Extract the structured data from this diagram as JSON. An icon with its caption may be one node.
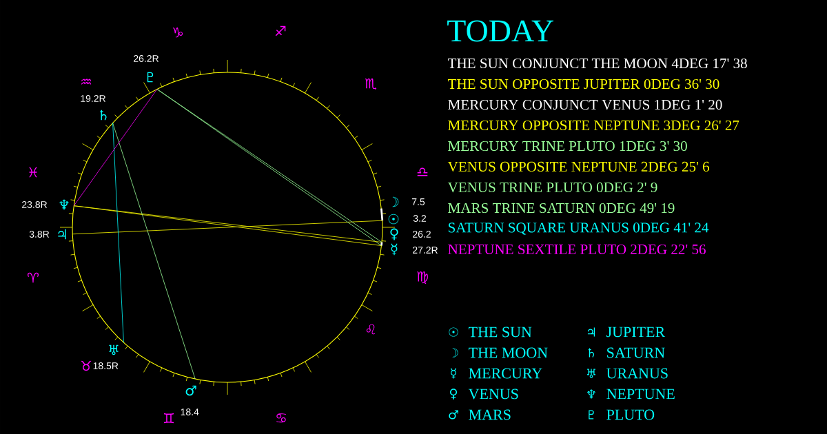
{
  "diagram": {
    "title": "TODAY",
    "nodes": [
      {
        "text": [
          "♇"
        ],
        "beside": [
          "26.2R"
        ]
      },
      {
        "text": [
          "♄"
        ],
        "beside": [
          "19.2R"
        ]
      },
      {
        "text": [
          "♆"
        ],
        "beside": [
          "23.8R"
        ]
      },
      {
        "text": [
          "♃"
        ],
        "beside": [
          "3.8R"
        ]
      },
      {
        "text": [
          "♅"
        ],
        "beside": [
          "18.5R"
        ]
      },
      {
        "text": [
          "♂"
        ],
        "beside": [
          "18.4"
        ]
      },
      {
        "text": [
          "☽"
        ],
        "beside": [
          "7.5"
        ]
      },
      {
        "text": [
          "☉"
        ],
        "beside": [
          "3.2"
        ]
      },
      {
        "text": [
          "♀"
        ],
        "beside": [
          "26.2"
        ]
      },
      {
        "text": [
          "☿"
        ],
        "beside": [
          "27.2R"
        ]
      }
    ],
    "edges": [
      {
        "from": 7,
        "to": 6,
        "arrow": "none",
        "style": "thick",
        "color": "#ffffff"
      },
      {
        "from": 7,
        "to": 3,
        "arrow": "none",
        "color": "#ffff00"
      },
      {
        "from": 9,
        "to": 8,
        "arrow": "none",
        "style": "thick",
        "color": "#ffffff"
      },
      {
        "from": 9,
        "to": 2,
        "arrow": "none",
        "color": "#ffff00"
      },
      {
        "from": 9,
        "to": 0,
        "arrow": "none",
        "color": "#99ff99"
      },
      {
        "from": 8,
        "to": 2,
        "arrow": "none",
        "color": "#ffff00"
      },
      {
        "from": 8,
        "to": 0,
        "arrow": "none",
        "color": "#99ff99"
      },
      {
        "from": 5,
        "to": 1,
        "arrow": "none",
        "color": "#99ff99"
      },
      {
        "from": 1,
        "to": 4,
        "arrow": "none",
        "color": "#00ffff"
      },
      {
        "from": 2,
        "to": 0,
        "arrow": "none",
        "color": "#ff00ff"
      }
    ],
    "labels": [
      "♑",
      "♐",
      "♒",
      "♏",
      "♓",
      "♎",
      "♈",
      "♍",
      "♌",
      "♉",
      "♊",
      "♋",
      "THE SUN CONJUNCT THE MOON 4DEG 17' 38",
      "THE SUN OPPOSITE JUPITER 0DEG 36' 30",
      "MERCURY CONJUNCT VENUS 1DEG 1' 20",
      "MERCURY OPPOSITE NEPTUNE 3DEG 26' 27",
      "MERCURY TRINE PLUTO 1DEG 3' 30",
      "VENUS OPPOSITE NEPTUNE 2DEG 25' 6",
      "VENUS TRINE PLUTO 0DEG 2' 9",
      "MARS TRINE SATURN 0DEG 49' 19",
      "SATURN SQUARE URANUS 0DEG 41' 24",
      "NEPTUNE SEXTILE PLUTO 2DEG 22' 56",
      "☉",
      "THE SUN",
      "♃",
      "JUPITER",
      "☽",
      "THE MOON",
      "♄",
      "SATURN",
      "☿",
      "MERCURY",
      "♅",
      "URANUS",
      "♀",
      "VENUS",
      "♆",
      "NEPTUNE",
      "♂",
      "MARS",
      "♇",
      "PLUTO"
    ]
  }
}
